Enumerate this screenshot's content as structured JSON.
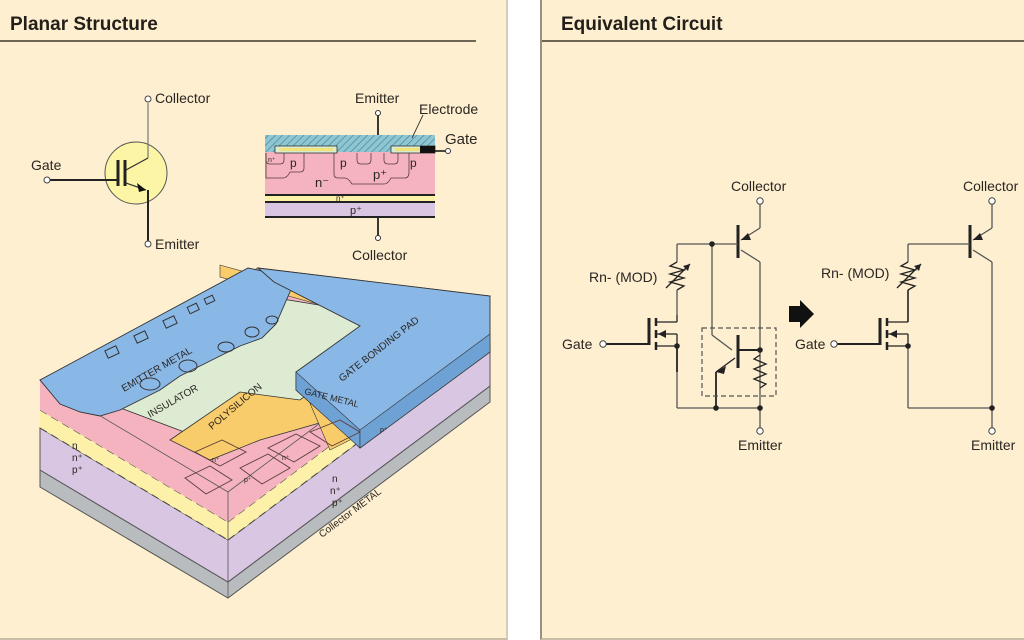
{
  "panels": {
    "left": {
      "title": "Planar Structure",
      "symbol": {
        "collector": "Collector",
        "gate": "Gate",
        "emitter": "Emitter"
      },
      "cross_section": {
        "emitter": "Emitter",
        "electrode": "Electrode",
        "gate": "Gate",
        "collector": "Collector",
        "regions": {
          "n_plus_a": "n⁺",
          "p_a": "p",
          "n_minus": "n⁻",
          "p_b": "p",
          "p_plus": "p⁺",
          "p_c": "p",
          "n_buffer": "n⁺",
          "p_substrate": "p⁺"
        }
      },
      "isometric": {
        "layers": [
          "EMITTER METAL",
          "INSULATOR",
          "POLYSILICON",
          "GATE METAL",
          "GATE BONDING PAD",
          "Collector METAL"
        ],
        "side_labels": [
          "n",
          "n⁺",
          "p⁺"
        ],
        "cell_labels": [
          "n⁺",
          "p⁺"
        ]
      }
    },
    "right": {
      "title": "Equivalent Circuit",
      "circuit_a": {
        "collector": "Collector",
        "resistor": "Rn- (MOD)",
        "gate": "Gate",
        "emitter": "Emitter"
      },
      "circuit_b": {
        "collector": "Collector",
        "resistor": "Rn- (MOD)",
        "gate": "Gate",
        "emitter": "Emitter"
      },
      "arrow_icon": "right-arrow-icon"
    }
  },
  "colors": {
    "background": "#feefd0",
    "symbol_fill": "#fdf5a6",
    "metal_blue": "#8ab8e6",
    "oxide_hatch": "#7fb9c8",
    "pink": "#f4b3bf",
    "yellow_layer": "#fdf1a9",
    "purple_layer": "#d9c6e2",
    "insulator_green": "#ddebd2",
    "polysilicon": "#f8cc6a",
    "collector_metal": "#b9bcbf"
  }
}
